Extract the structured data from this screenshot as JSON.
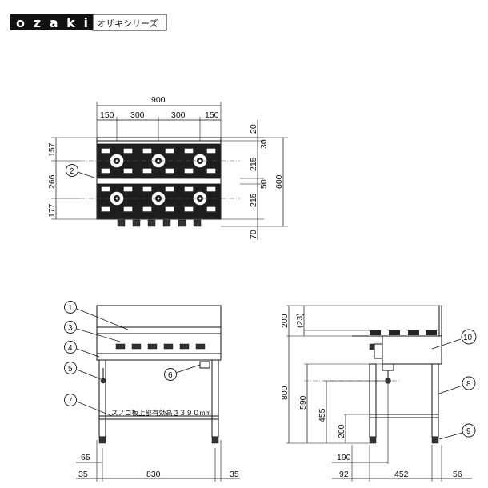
{
  "header": {
    "brand": "ozaki",
    "series": "オザキシリーズ"
  },
  "top_view": {
    "overall_width": "900",
    "width_segments": [
      "150",
      "300",
      "300",
      "150"
    ],
    "left_depths": [
      "157",
      "266",
      "177"
    ],
    "right_depths": [
      "20",
      "30",
      "215",
      "50",
      "215",
      "70"
    ],
    "overall_depth": "600",
    "burner_callout": "2"
  },
  "front_view": {
    "callouts": [
      "1",
      "3",
      "4",
      "5",
      "6",
      "7"
    ],
    "shelf_note": "スノコ板上部有効高さ３９０mm",
    "bottom_dims": [
      "65",
      "35",
      "830",
      "35"
    ]
  },
  "side_view": {
    "left_dims": [
      "200",
      "(23)",
      "800",
      "590",
      "455",
      "200"
    ],
    "bottom_dims": [
      "190",
      "92",
      "452",
      "56"
    ],
    "callouts": [
      "10",
      "8",
      "9"
    ]
  }
}
